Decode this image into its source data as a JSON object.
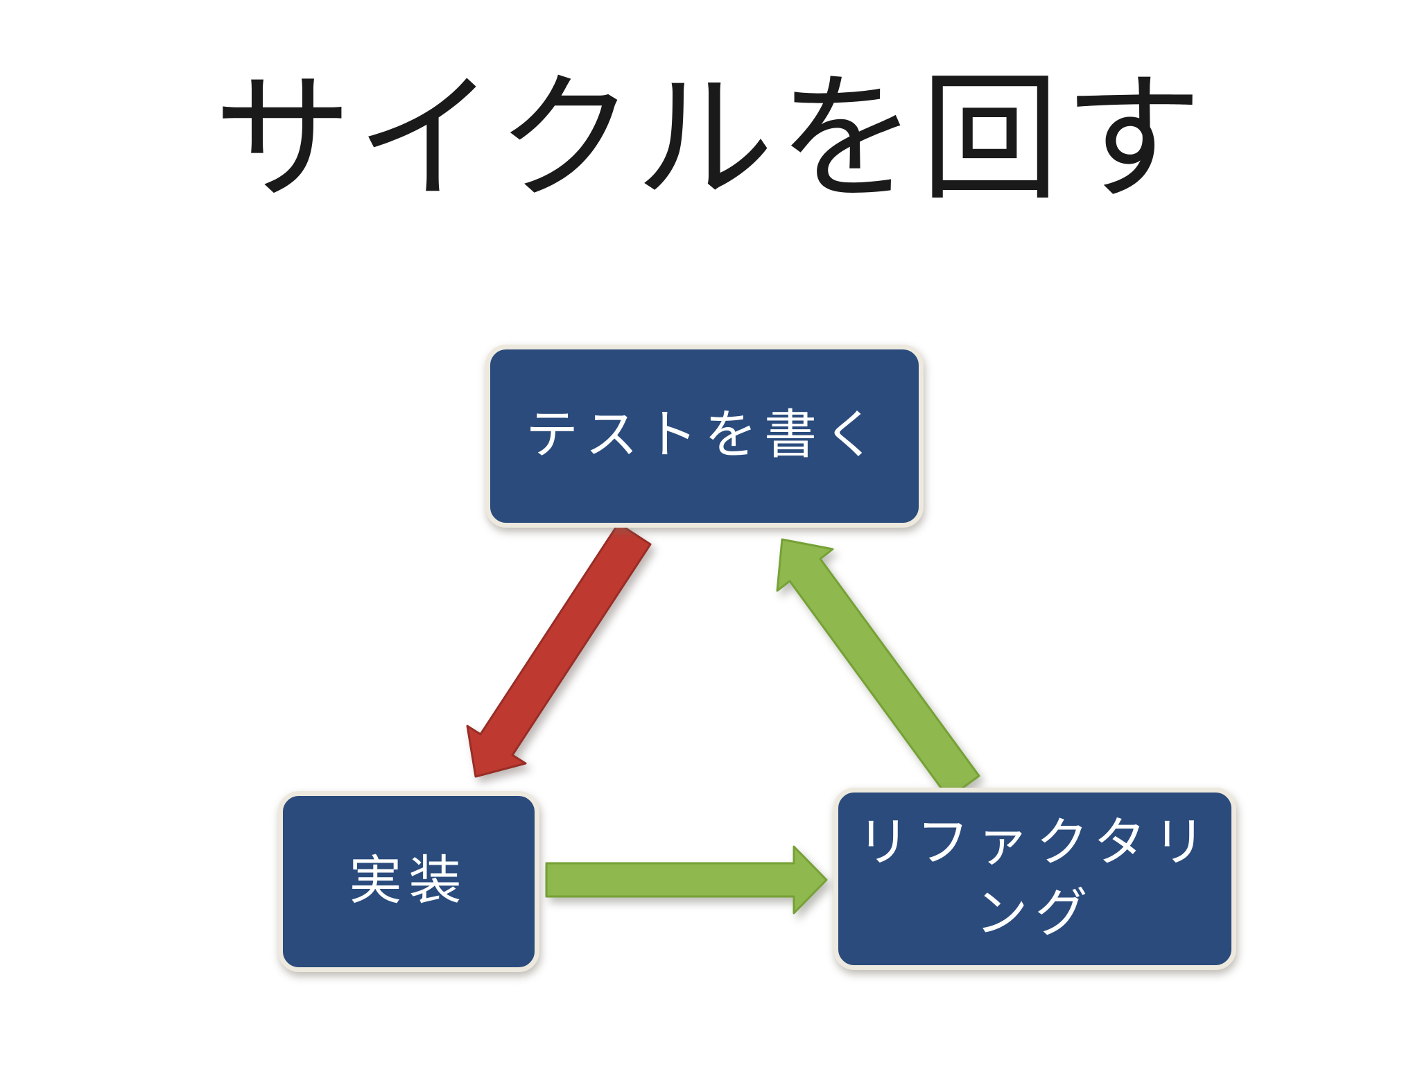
{
  "slide": {
    "title": "サイクルを回す"
  },
  "diagram": {
    "nodes": [
      {
        "id": "write-test",
        "label": "テストを書く"
      },
      {
        "id": "implement",
        "label": "実装"
      },
      {
        "id": "refactor",
        "label": "リファクタリ\nング"
      }
    ],
    "edges": [
      {
        "from": "write-test",
        "to": "implement",
        "color": "#BE3A31",
        "direction": "down-left"
      },
      {
        "from": "implement",
        "to": "refactor",
        "color": "#8FB84F",
        "direction": "right"
      },
      {
        "from": "refactor",
        "to": "write-test",
        "color": "#8FB84F",
        "direction": "up-left"
      }
    ]
  },
  "colors": {
    "background": "#FFFFFF",
    "title_text": "#1A1A1A",
    "node_fill": "#2A4B7C",
    "node_border": "#EDE9DE",
    "node_text": "#FFFFFF",
    "arrow_red": "#BE3A31",
    "arrow_red_edge": "#992D26",
    "arrow_green": "#8FB84F",
    "arrow_green_edge": "#76A135"
  }
}
